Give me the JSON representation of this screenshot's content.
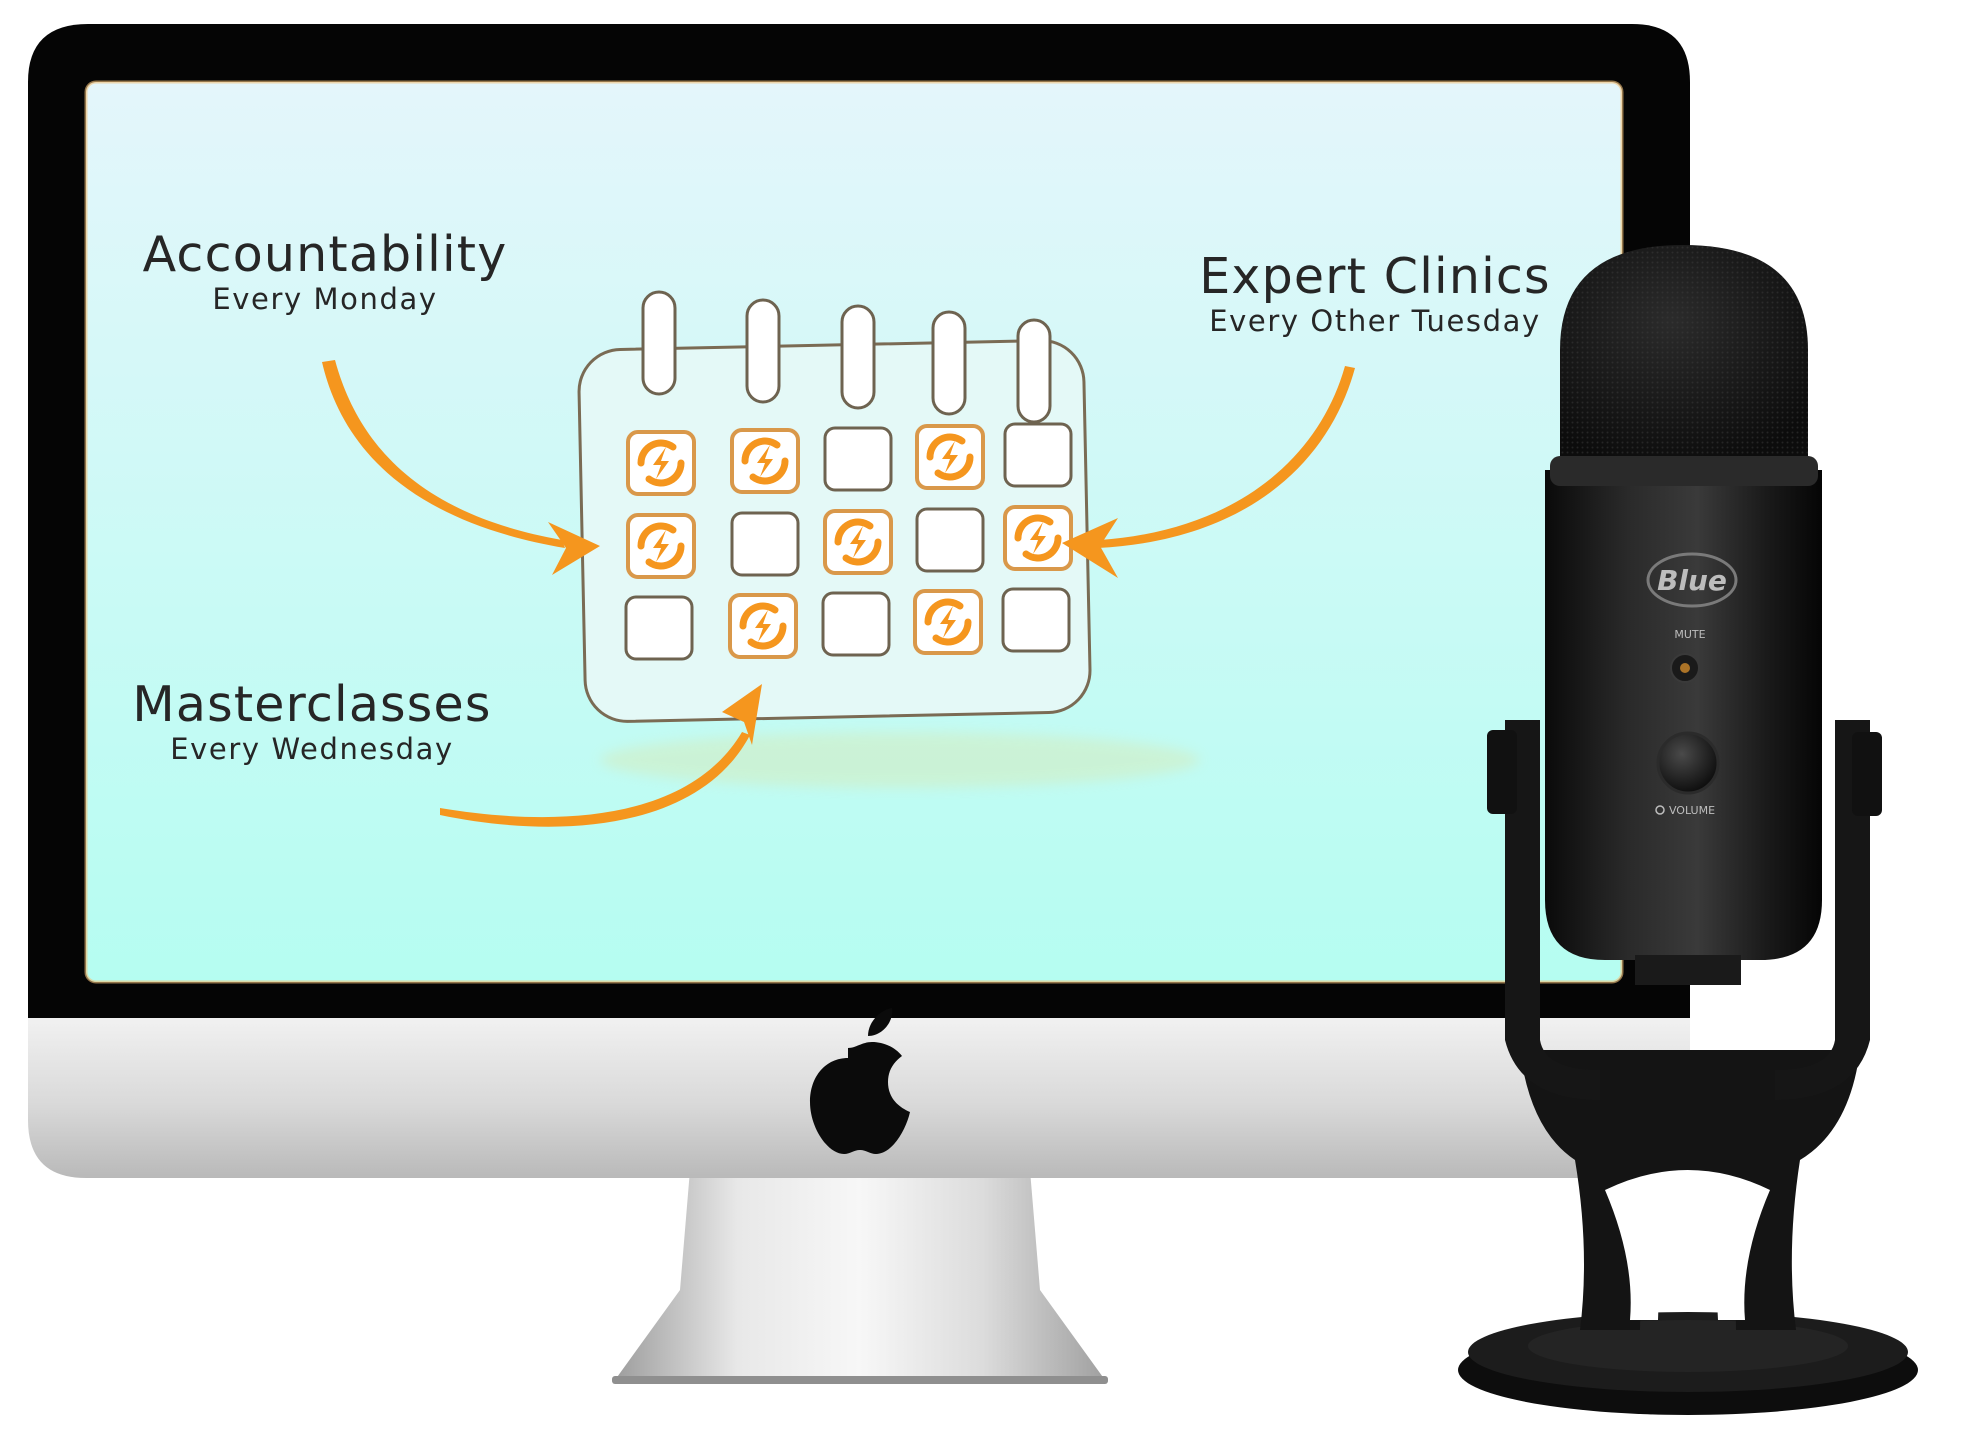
{
  "screen": {
    "background_top": "#e4f6fb",
    "background_bottom": "#b5fdf1"
  },
  "labels": {
    "accountability": {
      "title": "Accountability",
      "subtitle": "Every Monday"
    },
    "masterclasses": {
      "title": "Masterclasses",
      "subtitle": "Every Wednesday"
    },
    "expert_clinics": {
      "title": "Expert Clinics",
      "subtitle": "Every Other Tuesday"
    }
  },
  "calendar": {
    "rows": [
      [
        true,
        true,
        false,
        true,
        false
      ],
      [
        true,
        false,
        true,
        false,
        true
      ],
      [
        false,
        true,
        false,
        true,
        false
      ]
    ],
    "event_icon": "lightning-refresh-icon",
    "accent": "#f5961e"
  },
  "microphone": {
    "brand": "Blue",
    "mute_label": "MUTE",
    "volume_label": "VOLUME"
  },
  "monitor": {
    "logo": "apple-logo-icon"
  }
}
